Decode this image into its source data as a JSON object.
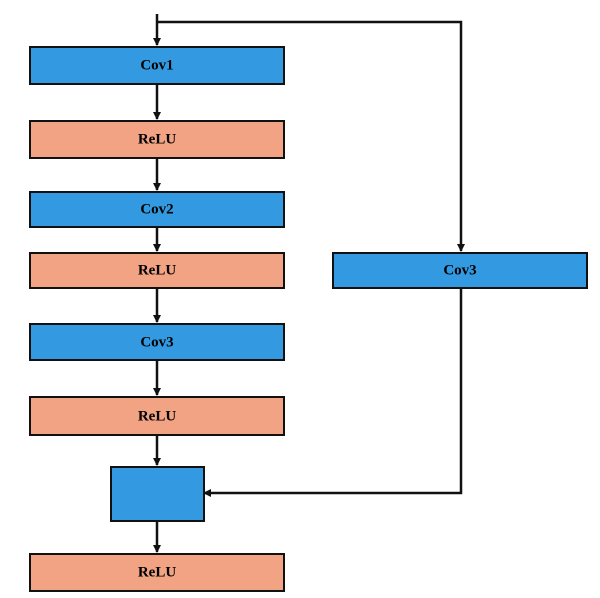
{
  "colors": {
    "conv": "#3399e0",
    "relu": "#f2a384",
    "border": "#111111",
    "arrow": "#111111",
    "background": "#ffffff"
  },
  "main_path": {
    "conv1": "Cov1",
    "relu1": "ReLU",
    "conv2": "Cov2",
    "relu2": "ReLU",
    "conv3": "Cov3",
    "relu3": "ReLU",
    "add_node": "",
    "relu_out": "ReLU"
  },
  "shortcut_path": {
    "conv": "Cov3"
  }
}
